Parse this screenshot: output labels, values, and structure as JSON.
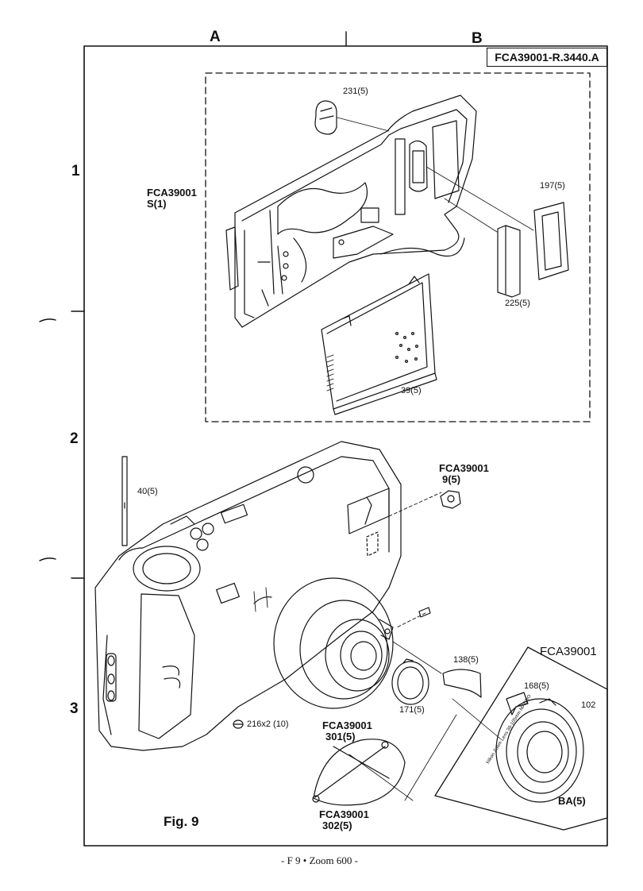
{
  "grid": {
    "columns": [
      "A",
      "B"
    ],
    "rows": [
      "1",
      "2",
      "3"
    ]
  },
  "doc_id": "FCA39001-R.3440.A",
  "assemblies": {
    "back_cover": {
      "code": "FCA39001",
      "qty": "S(1)"
    },
    "screw_9": {
      "code": "FCA39001",
      "qty": "9(5)"
    },
    "cover_301": {
      "code": "FCA39001",
      "qty": "301(5)"
    },
    "cover_302": {
      "code": "FCA39001",
      "qty": "302(5)"
    },
    "lens_inset": {
      "code": "FCA39001"
    }
  },
  "parts": {
    "p231": "231(5)",
    "p197": "197(5)",
    "p225": "225(5)",
    "p39": "39(5)",
    "p40": "40(5)",
    "p138": "138(5)",
    "p171": "171(5)",
    "p168": "168(5)",
    "p102": "102",
    "p216": "216x2 (10)",
    "pBA": "BA(5)"
  },
  "lens_ring_text": "Nikon Zoom Lens 38-105mm MACRO",
  "figure_label": "Fig. 9",
  "footer": "- F 9 • Zoom 600 -"
}
